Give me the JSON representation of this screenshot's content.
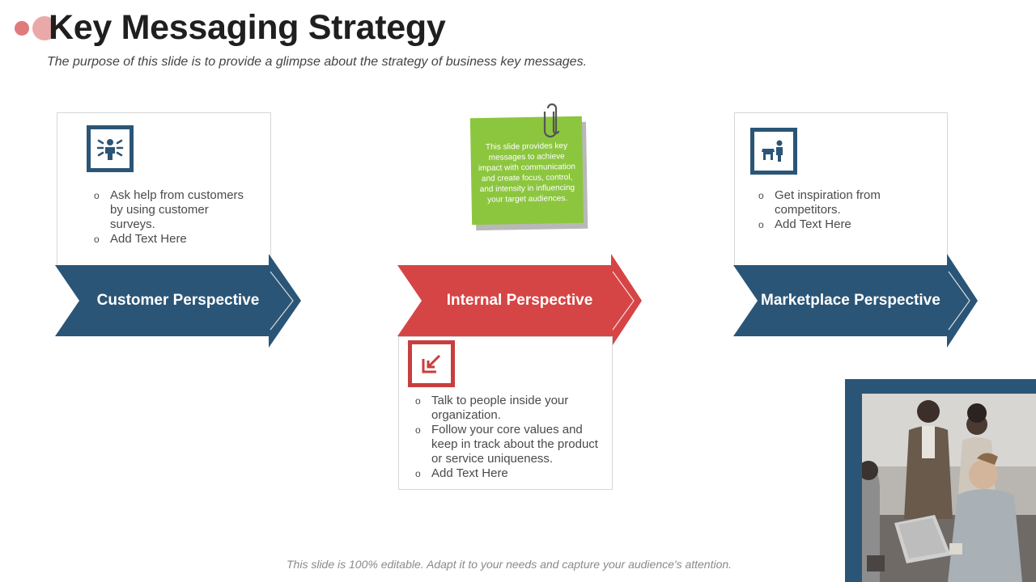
{
  "header": {
    "title": "Key Messaging Strategy",
    "subtitle": "The purpose of this slide is to provide a glimpse about the strategy of business key messages."
  },
  "colors": {
    "blue": "#2b5576",
    "red": "#d64545",
    "green": "#8cc63f",
    "accent_dot": "#e07b7b"
  },
  "perspectives": [
    {
      "label": "Customer Perspective",
      "icon": "presenter-icon",
      "bullets": [
        "Ask help from customers by using customer surveys.",
        "Add Text Here"
      ]
    },
    {
      "label": "Internal Perspective",
      "icon": "arrow-in-box-icon",
      "bullets": [
        "Talk to people inside your organization.",
        "Follow your core values and keep in track about the product or service uniqueness.",
        "Add Text Here"
      ]
    },
    {
      "label": "Marketplace Perspective",
      "icon": "shop-person-icon",
      "bullets": [
        "Get inspiration from competitors.",
        "Add Text Here"
      ]
    }
  ],
  "note": {
    "text": "This slide provides key messages to achieve impact with communication and create focus, control, and intensity in influencing your target audiences."
  },
  "footer": {
    "text": "This slide is 100% editable. Adapt it to your needs and capture your audience's attention."
  },
  "photo": {
    "description_icon": "team-photo"
  }
}
